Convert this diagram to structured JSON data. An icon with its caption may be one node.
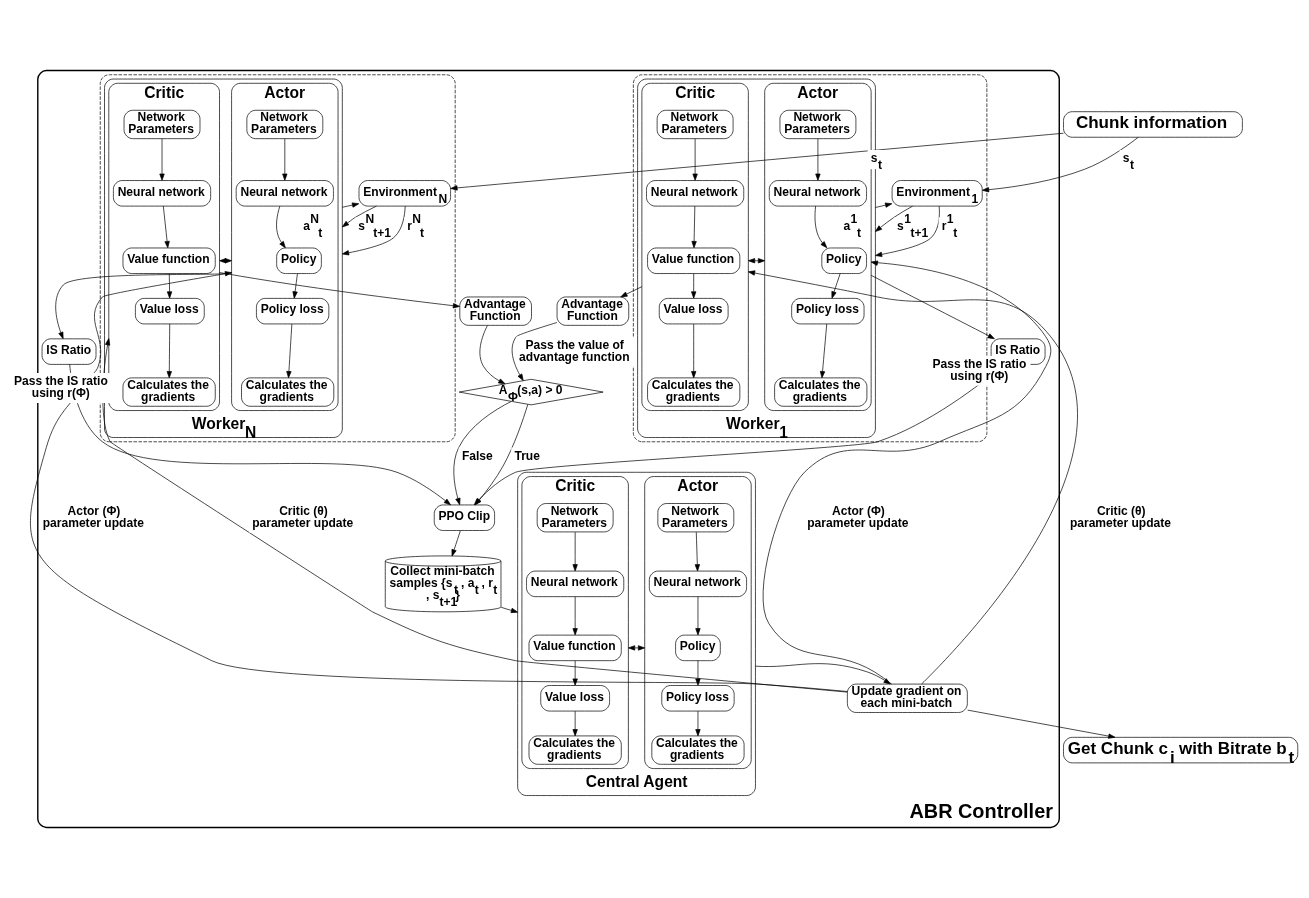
{
  "diagram": {
    "nodes": [
      {
        "text": [
          "ABR Controller"
        ]
      },
      {
        "text": [
          "Chunk information"
        ]
      },
      {
        "text": [],
        "shape": "box",
        "in": 0
      },
      {
        "text": [
          "Environment$_{1}$"
        ],
        "in": 2
      },
      {
        "text": [
          "Worker$_{1}$"
        ],
        "in": 2
      },
      {
        "text": [
          "Actor"
        ],
        "in": 4
      },
      {
        "text": [
          "Calculates the gradients"
        ],
        "in": 5
      },
      {
        "text": [
          "Policy loss"
        ],
        "in": 5
      },
      {
        "text": [
          "Policy"
        ],
        "in": 5
      },
      {
        "text": [
          "Neural network"
        ],
        "in": 5
      },
      {
        "text": [
          "Network Parameters"
        ],
        "in": 5
      },
      {
        "text": [
          "Critic"
        ],
        "in": 4
      },
      {
        "text": [
          "Calculates the gradients"
        ],
        "in": 11
      },
      {
        "text": [
          "Value loss"
        ],
        "in": 11
      },
      {
        "text": [
          "Value function"
        ],
        "in": 11
      },
      {
        "text": [
          "Neural network"
        ],
        "in": 11
      },
      {
        "text": [
          "Network Parameters"
        ],
        "in": 11
      },
      {
        "text": [
          "IS Ratio"
        ],
        "in": 0
      },
      {
        "text": [
          "Advantage Function"
        ],
        "in": 0
      },
      {
        "text": [
          "A$_{Φ}$(s,a) > 0"
        ],
        "in": 0
      },
      {
        "text": [
          "PPO Clip"
        ],
        "in": 0
      },
      {
        "text": [
          "Collect mini-batch samples {s$_{t}$ , a$_{t}$ , r$_{t}$ , s$_{t+1}$}"
        ],
        "in": 0
      },
      {
        "text": [
          "Central Agent"
        ],
        "in": 0
      },
      {
        "text": [
          "Actor"
        ],
        "in": 22
      },
      {
        "text": [
          "Calculates the gradients"
        ],
        "in": 23
      },
      {
        "text": [
          "Policy loss"
        ],
        "in": 23
      },
      {
        "text": [
          "Policy"
        ],
        "in": 23
      },
      {
        "text": [
          "Neural network"
        ],
        "in": 23
      },
      {
        "text": [
          "Network Parameters"
        ],
        "in": 23
      },
      {
        "text": [
          "Critic"
        ],
        "in": 22
      },
      {
        "text": [
          "Calculates the gradients"
        ],
        "in": 29
      },
      {
        "text": [
          "Value loss"
        ],
        "in": 29
      },
      {
        "text": [
          "Value function"
        ],
        "in": 29
      },
      {
        "text": [
          "Neural network"
        ],
        "in": 29
      },
      {
        "text": [
          "Network Parameters"
        ],
        "in": 29
      },
      {
        "text": [
          "Update gradient on each mini-batch"
        ],
        "in": 0
      },
      {
        "text": [],
        "shape": "box",
        "in": 0
      },
      {
        "text": [
          "Environment$_{N}$"
        ],
        "in": 36
      },
      {
        "text": [
          "Worker$_{N}$"
        ],
        "in": 36
      },
      {
        "text": [
          "Actor"
        ],
        "in": 38
      },
      {
        "text": [
          "Calculates the gradients"
        ],
        "in": 39
      },
      {
        "text": [
          "Policy loss"
        ],
        "in": 39
      },
      {
        "text": [
          "Policy"
        ],
        "in": 39
      },
      {
        "text": [
          "Neural network"
        ],
        "in": 39
      },
      {
        "text": [
          "Network Parameters"
        ],
        "in": 39
      },
      {
        "text": [
          "Critic"
        ],
        "in": 38
      },
      {
        "text": [
          "Calculates the gradients"
        ],
        "in": 45
      },
      {
        "text": [
          "Value loss"
        ],
        "in": 45
      },
      {
        "text": [
          "Value function"
        ],
        "in": 45
      },
      {
        "text": [
          "Neural network"
        ],
        "in": 45
      },
      {
        "text": [
          "Network Parameters"
        ],
        "in": 45
      },
      {
        "text": [
          "IS Ratio"
        ],
        "in": 0
      },
      {
        "text": [
          "Advantage Function"
        ],
        "in": 0
      },
      {
        "text": [
          "Get Chunk c$_{i}$ with Bitrate b$_{t}$"
        ]
      }
    ],
    "edges": [
      {
        "from": 1,
        "to": 3,
        "arrow": "to",
        "label": "s$_{t}$"
      },
      {
        "from": 1,
        "to": 37,
        "arrow": "to",
        "label": "s$_{t}$"
      },
      {
        "from": 3,
        "to": 4,
        "arrow": "to",
        "label": "s$^{1}$$_{t+1}$"
      },
      {
        "from": 3,
        "to": 4,
        "arrow": "to",
        "label": "r$^{1}$$_{t}$"
      },
      {
        "from": 4,
        "to": 3,
        "arrow": "to",
        "label": "a$^{1}$$_{t}$"
      },
      {
        "from": 10,
        "to": 9,
        "arrow": "to"
      },
      {
        "from": 9,
        "to": 8,
        "arrow": "to"
      },
      {
        "from": 8,
        "to": 7,
        "arrow": "to"
      },
      {
        "from": 7,
        "to": 6,
        "arrow": "to"
      },
      {
        "from": 16,
        "to": 15,
        "arrow": "to"
      },
      {
        "from": 15,
        "to": 14,
        "arrow": "to"
      },
      {
        "from": 14,
        "to": 13,
        "arrow": "to"
      },
      {
        "from": 13,
        "to": 12,
        "arrow": "to"
      },
      {
        "from": 5,
        "to": 11,
        "arrow": "both"
      },
      {
        "from": 5,
        "to": 17,
        "arrow": "to"
      },
      {
        "from": 11,
        "to": 18,
        "arrow": "to"
      },
      {
        "from": 18,
        "to": 19,
        "arrow": "to",
        "label": "Pass the value of advantage function"
      },
      {
        "from": 52,
        "to": 19,
        "arrow": "to"
      },
      {
        "from": 19,
        "to": 20,
        "arrow": "to",
        "label": "True"
      },
      {
        "from": 19,
        "to": 20,
        "arrow": "to",
        "label": "False"
      },
      {
        "from": 17,
        "to": 20,
        "arrow": "to",
        "label": "Pass the IS ratio using r(Φ)"
      },
      {
        "from": 51,
        "to": 20,
        "arrow": "to",
        "label": "Pass the IS ratio using r(Φ)"
      },
      {
        "from": 20,
        "to": 21,
        "arrow": "to"
      },
      {
        "from": 21,
        "to": 22,
        "arrow": "to"
      },
      {
        "from": 28,
        "to": 27,
        "arrow": "to"
      },
      {
        "from": 27,
        "to": 26,
        "arrow": "to"
      },
      {
        "from": 26,
        "to": 25,
        "arrow": "to"
      },
      {
        "from": 25,
        "to": 24,
        "arrow": "to"
      },
      {
        "from": 34,
        "to": 33,
        "arrow": "to"
      },
      {
        "from": 33,
        "to": 32,
        "arrow": "to"
      },
      {
        "from": 32,
        "to": 31,
        "arrow": "to"
      },
      {
        "from": 31,
        "to": 30,
        "arrow": "to"
      },
      {
        "from": 23,
        "to": 29,
        "arrow": "both"
      },
      {
        "from": 22,
        "to": 35,
        "arrow": "to"
      },
      {
        "from": 35,
        "to": 5,
        "arrow": "to",
        "label": "Actor (Φ) parameter update"
      },
      {
        "from": 35,
        "to": 11,
        "arrow": "to",
        "label": "Critic (θ) parameter update"
      },
      {
        "from": 35,
        "to": 39,
        "arrow": "to",
        "label": "Actor (Φ) parameter update"
      },
      {
        "from": 35,
        "to": 45,
        "arrow": "to",
        "label": "Critic (θ) parameter update"
      },
      {
        "from": 35,
        "to": 53,
        "arrow": "to"
      },
      {
        "from": 37,
        "to": 38,
        "arrow": "to",
        "label": "s$^{N}$$_{t+1}$"
      },
      {
        "from": 37,
        "to": 38,
        "arrow": "to",
        "label": "r$^{N}$$_{t}$"
      },
      {
        "from": 38,
        "to": 37,
        "arrow": "to",
        "label": "a$^{N}$$_{t}$"
      },
      {
        "from": 44,
        "to": 43,
        "arrow": "to"
      },
      {
        "from": 43,
        "to": 42,
        "arrow": "to"
      },
      {
        "from": 42,
        "to": 41,
        "arrow": "to"
      },
      {
        "from": 41,
        "to": 40,
        "arrow": "to"
      },
      {
        "from": 50,
        "to": 49,
        "arrow": "to"
      },
      {
        "from": 49,
        "to": 48,
        "arrow": "to"
      },
      {
        "from": 48,
        "to": 47,
        "arrow": "to"
      },
      {
        "from": 47,
        "to": 46,
        "arrow": "to"
      },
      {
        "from": 39,
        "to": 45,
        "arrow": "both"
      },
      {
        "from": 39,
        "to": 51,
        "arrow": "to"
      },
      {
        "from": 45,
        "to": 52,
        "arrow": "to"
      }
    ]
  }
}
